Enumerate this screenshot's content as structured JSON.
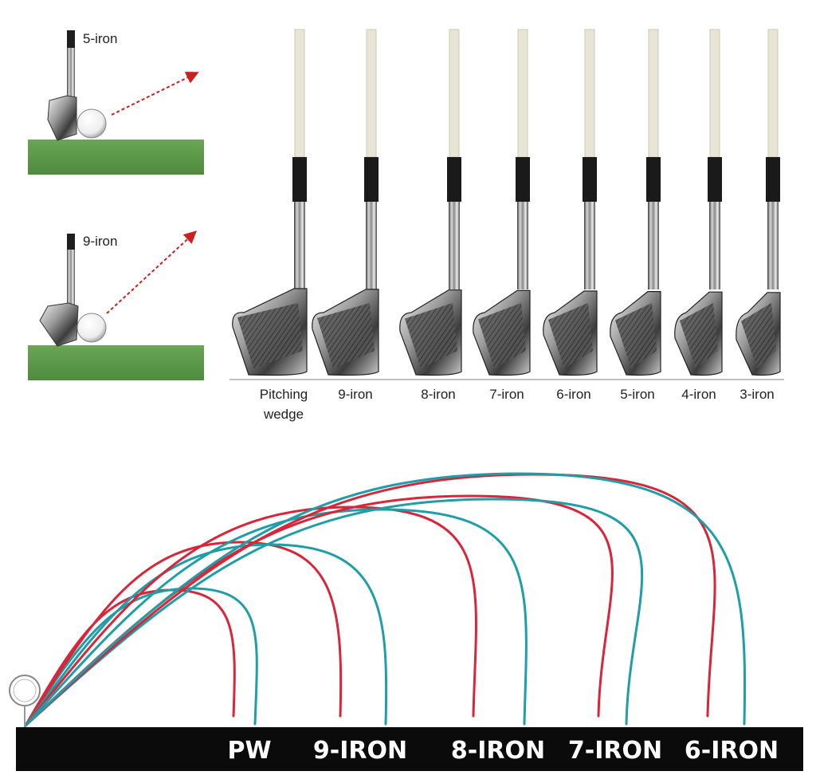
{
  "top_left": {
    "example_1_label": "5-iron",
    "example_2_label": "9-iron"
  },
  "clubs": [
    {
      "label_line1": "Pitching",
      "label_line2": "wedge"
    },
    {
      "label_line1": "9-iron",
      "label_line2": ""
    },
    {
      "label_line1": "8-iron",
      "label_line2": ""
    },
    {
      "label_line1": "7-iron",
      "label_line2": ""
    },
    {
      "label_line1": "6-iron",
      "label_line2": ""
    },
    {
      "label_line1": "5-iron",
      "label_line2": ""
    },
    {
      "label_line1": "4-iron",
      "label_line2": ""
    },
    {
      "label_line1": "3-iron",
      "label_line2": ""
    }
  ],
  "trajectories": {
    "ground_labels": [
      "PW",
      "9-IRON",
      "8-IRON",
      "7-IRON",
      "6-IRON"
    ]
  },
  "colors": {
    "turf": "#5e9a4a",
    "arrow": "#cc1f1f",
    "red_trajectory": "#d9253a",
    "teal_trajectory": "#1e9ea6",
    "ground_bar": "#0b0b0b",
    "shaft": "#e9e5d6",
    "grip": "#1a1a1a"
  }
}
